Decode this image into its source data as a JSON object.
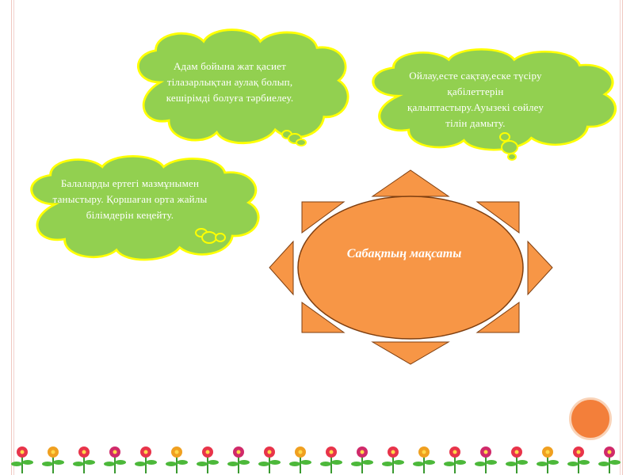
{
  "center": {
    "label": "Сабақтың мақсаты"
  },
  "goals": [
    {
      "text": "Адам бойына жат қасиет тілазарлықтан аулақ болып, кешірімді болуға тәрбиелеу."
    },
    {
      "text": "Ойлау,есте сақтау,еске түсіру қабілеттерін қалыптастыру.Ауызекі сөйлеу тілін дамыту."
    },
    {
      "text": "Балаларды ертегі мазмұнымен таныстыру. Қоршаған орта жайлы білімдерін кеңейту."
    }
  ],
  "colors": {
    "cloud_fill": "#92d050",
    "cloud_stroke": "#ffff00",
    "sun_fill": "#f79646",
    "sun_stroke": "#7f3f10",
    "bullet": "#f37f3a"
  }
}
